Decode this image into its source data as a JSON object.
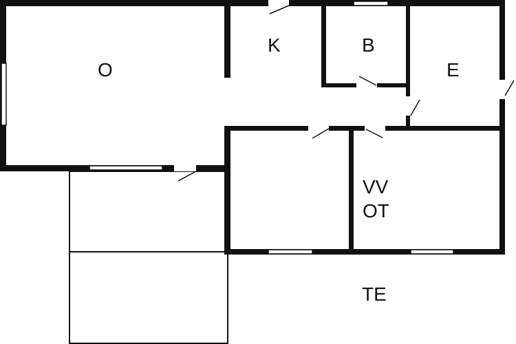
{
  "rooms": {
    "o": "O",
    "k": "K",
    "b": "B",
    "e": "E",
    "vv": "VV",
    "ot": "OT",
    "te": "TE"
  }
}
